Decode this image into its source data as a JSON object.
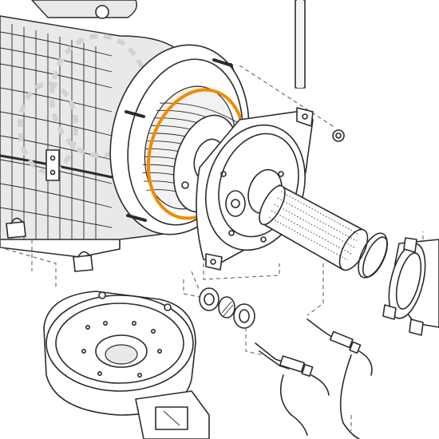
{
  "diagram": {
    "type": "exploded-parts-view",
    "text": [],
    "colors": {
      "line": "#2b2b2b",
      "highlight": "#f08a00",
      "housing_fill": "#e9e9e9",
      "background": "#ffffff"
    },
    "parts": [
      "heat-exchanger-housing",
      "combustion-chamber-coil",
      "sealing-gasket",
      "burner-door-plate",
      "cylindrical-burner",
      "burner-o-rings",
      "gas-air-inlet-adapter",
      "fan-blower",
      "sight-glass-set",
      "ignition-electrode",
      "ionisation-electrode",
      "fixing-nut",
      "cable-clips"
    ],
    "highlighted_part": "sealing-gasket"
  }
}
